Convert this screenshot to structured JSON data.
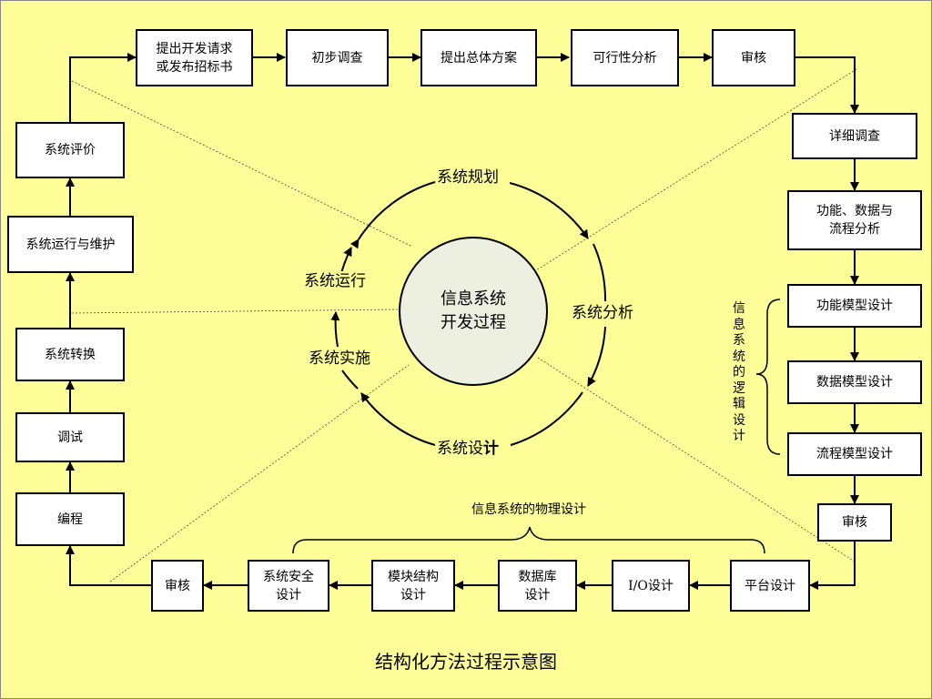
{
  "title": "结构化方法过程示意图",
  "center": {
    "line1": "信息系统",
    "line2": "开发过程"
  },
  "cycle": {
    "planning": "系统规划",
    "analysis": "系统分析",
    "design_a": "系统设",
    "design_b": "计",
    "implementation": "系统实施",
    "operation": "系统运行"
  },
  "top": {
    "request_l1": "提出开发请求",
    "request_l2": "或发布招标书",
    "preliminary": "初步调查",
    "overall": "提出总体方案",
    "feasibility": "可行性分析",
    "review": "审核"
  },
  "right": {
    "detailed": "详细调查",
    "funcdata_l1": "功能、数据与",
    "funcdata_l2": "流程分析",
    "funcmodel": "功能模型设计",
    "datamodel": "数据模型设计",
    "flowmodel": "流程模型设计",
    "review": "审核",
    "logical_label": "信息系统的逻辑设计"
  },
  "bottom": {
    "platform": "平台设计",
    "io": "I/O设计",
    "db_l1": "数据库",
    "db_l2": "设计",
    "module_l1": "模块结构",
    "module_l2": "设计",
    "security_l1": "系统安全",
    "security_l2": "设计",
    "review": "审核",
    "physical_label": "信息系统的物理设计"
  },
  "left": {
    "coding": "编程",
    "testing": "调试",
    "conversion": "系统转换",
    "operation": "系统运行与维护",
    "evaluation": "系统评价"
  },
  "colors": {
    "background": "#FFFF99",
    "center_fill": "#EDEFE0",
    "box": "#FFFFFF",
    "line": "#000000"
  }
}
